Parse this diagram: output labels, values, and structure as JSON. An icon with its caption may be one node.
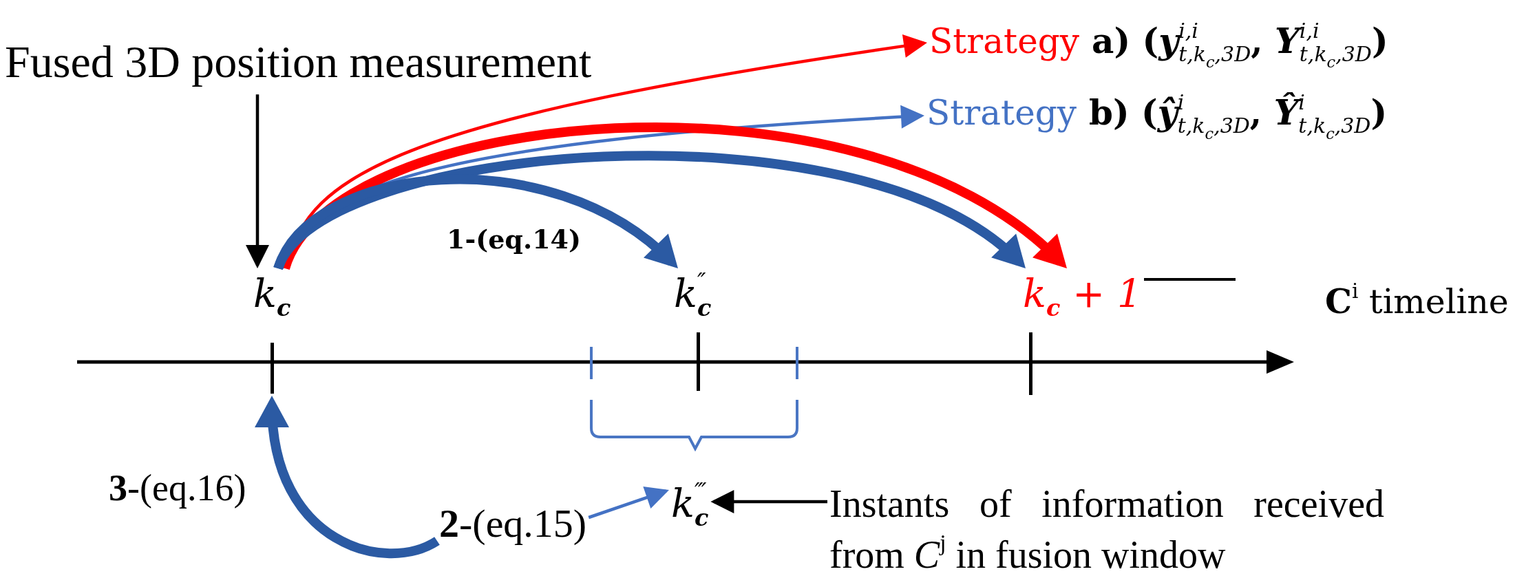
{
  "diagram": {
    "nodes": [
      {
        "text": [
          "Fused 3D position measurement"
        ]
      },
      {
        "text": [
          "Strategy",
          "a) (*y*$^{i,i}$$_{t,k}$$_{c}$$_{,3D}$, *Y*$^{i,i}$$_{t,k}$$_{c}$$_{,3D}$)"
        ]
      },
      {
        "text": [
          "Strategy",
          "b) (*ŷ*$^{i}$$_{t,k}$$_{c}$$_{,3D}$, *Ŷ*$^{i}$$_{t,k}$$_{c}$$_{,3D}$)"
        ]
      },
      {
        "text": [
          "k$_{c}$"
        ]
      },
      {
        "text": [
          "k$^{″}$$_{c}$"
        ]
      },
      {
        "text": [
          "k$_{c}$ + 1"
        ]
      },
      {
        "text": [],
        "shape": "line"
      },
      {
        "text": [],
        "shape": "line"
      },
      {
        "text": [],
        "shape": "line"
      },
      {
        "text": [
          "**2**-(eq.15)"
        ]
      },
      {
        "text": [
          "k$^{‴}$$_{c}$"
        ]
      },
      {
        "text": [
          "Instants of information received from *C*$^{j}$ in fusion window"
        ]
      }
    ],
    "edges": [
      {
        "from": 0,
        "to": 3,
        "arrow": "to",
        "color": "#000000"
      },
      {
        "from": 3,
        "to": 1,
        "arrow": "to",
        "color": "#ff0000"
      },
      {
        "from": 3,
        "to": 2,
        "arrow": "to",
        "color": "#4472c4"
      },
      {
        "from": 3,
        "to": 5,
        "arrow": "to",
        "style": "thick",
        "color": "#ff0000"
      },
      {
        "from": 3,
        "to": 5,
        "arrow": "to",
        "style": "thick",
        "color": "#2b5aa3"
      },
      {
        "from": 3,
        "to": 4,
        "arrow": "to",
        "style": "thick",
        "color": "#2b5aa3",
        "label": "1-(eq.14)"
      },
      {
        "from": 9,
        "to": 10,
        "arrow": "to",
        "color": "#4472c4"
      },
      {
        "from": 11,
        "to": 10,
        "arrow": "to",
        "color": "#000000"
      },
      {
        "from": 9,
        "to": 6,
        "arrow": "to",
        "style": "thick",
        "color": "#2b5aa3",
        "label": "**3**-(eq.16)"
      }
    ],
    "legend": [
      {
        "text": "**C**$^{i}$ timeline"
      }
    ]
  }
}
